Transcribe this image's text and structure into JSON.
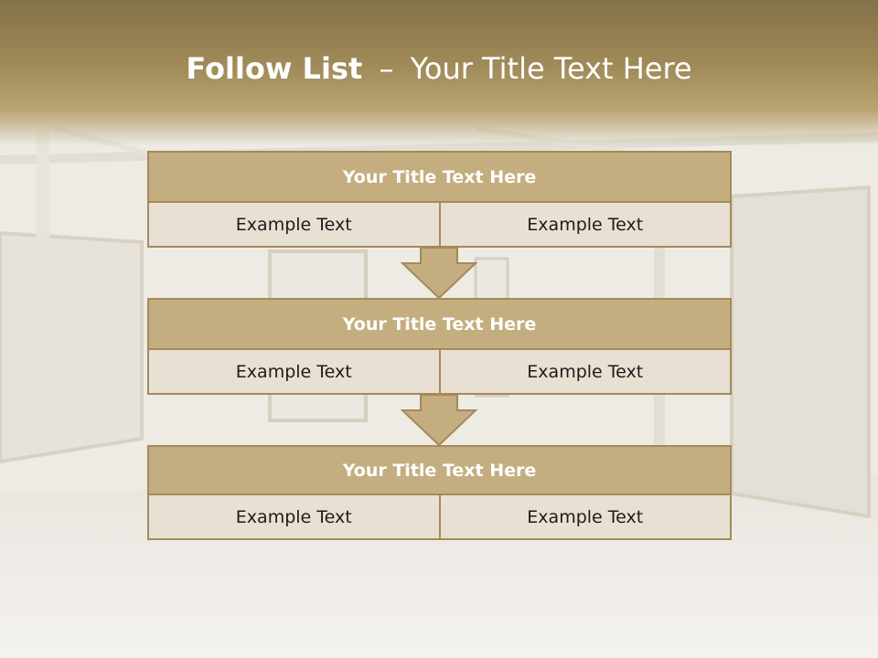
{
  "slide": {
    "title_bold": "Follow List",
    "title_dash": "–",
    "title_rest": "Your Title Text Here"
  },
  "panels": [
    {
      "title": "Your Title Text Here",
      "left": "Example Text",
      "right": "Example Text"
    },
    {
      "title": "Your Title Text Here",
      "left": "Example Text",
      "right": "Example Text"
    },
    {
      "title": "Your Title Text Here",
      "left": "Example Text",
      "right": "Example Text"
    }
  ],
  "colors": {
    "header_band": "#8f7b4f",
    "panel_title_fill": "#c4ae7f",
    "panel_border": "#a5895a",
    "cell_fill": "#e8e0d3",
    "arrow_fill": "#c4ae7f"
  },
  "icons": [
    "down-arrow-icon",
    "down-arrow-icon"
  ]
}
